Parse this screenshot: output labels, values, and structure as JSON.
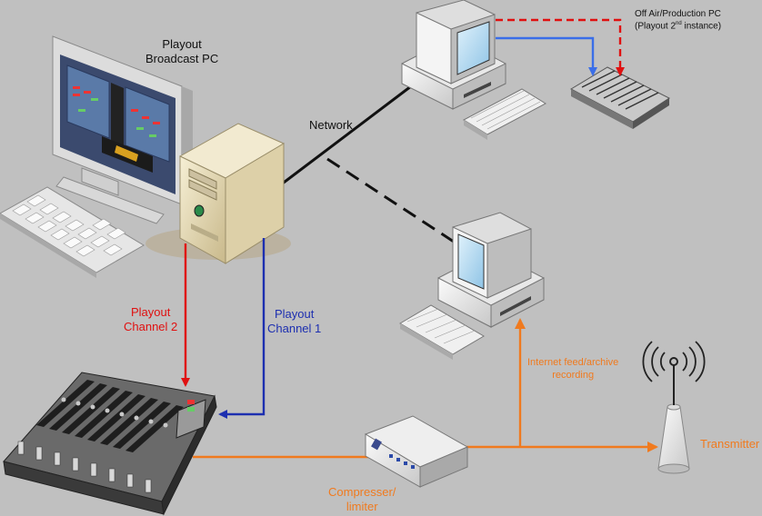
{
  "labels": {
    "broadcast_pc": {
      "line1": "Playout",
      "line2": "Broadcast PC"
    },
    "network": "Network",
    "off_air_pc": {
      "line1": "Off Air/Production PC",
      "line2_prefix": "(Playout 2",
      "line2_sup": "nd",
      "line2_suffix": " instance)"
    },
    "playout_ch2": {
      "line1": "Playout",
      "line2": "Channel 2"
    },
    "playout_ch1": {
      "line1": "Playout",
      "line2": "Channel 1"
    },
    "internet_feed": {
      "line1": "Internet feed/archive",
      "line2": "recording"
    },
    "transmitter": "Transmitter",
    "compressor": {
      "line1": "Compresser/",
      "line2": "limiter"
    }
  },
  "colors": {
    "background": "#c0c0c0",
    "channel2_line": "#e01010",
    "channel1_line": "#1d2fb0",
    "audio_line": "#f07a1e",
    "network_line": "#111111"
  }
}
